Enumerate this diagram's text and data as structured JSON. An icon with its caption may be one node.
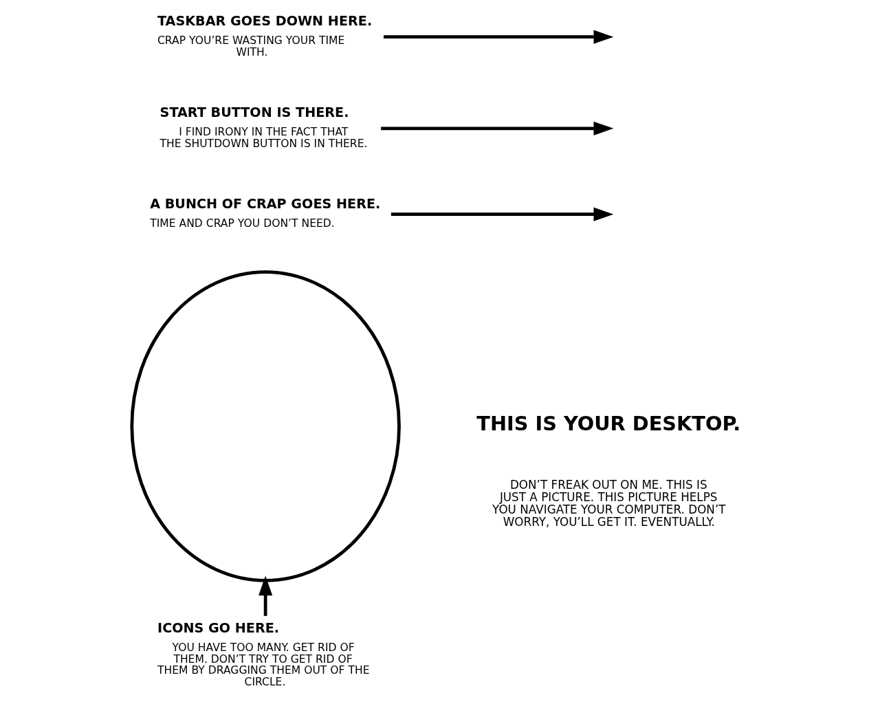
{
  "diagram": {
    "nodes": [
      {
        "text": [],
        "shape": "circle"
      },
      {
        "text": [
          "ICONS GO HERE.",
          "YOU HAVE TOO MANY. GET RID OF THEM. DON’T TRY TO GET RID OF THEM BY DRAGGING THEM OUT OF THE CIRCLE."
        ]
      },
      {
        "text": [
          "A BUNCH OF CRAP GOES HERE.",
          "TIME AND CRAP YOU DON’T NEED."
        ]
      },
      {
        "text": [
          "START BUTTON IS THERE.",
          "I FIND IRONY IN THE FACT THAT THE SHUTDOWN BUTTON IS IN THERE."
        ]
      },
      {
        "text": [
          "TASKBAR GOES DOWN HERE.",
          "CRAP YOU’RE WASTING YOUR TIME WITH."
        ]
      }
    ],
    "edges": [
      {
        "from": 1,
        "to": 0,
        "arrow": "to"
      },
      {
        "from": 2,
        "to": null,
        "arrow": "to"
      },
      {
        "from": 3,
        "to": null,
        "arrow": "to"
      },
      {
        "from": 4,
        "to": null,
        "arrow": "to"
      }
    ],
    "labels": [
      "THIS IS YOUR DESKTOP.",
      "DON’T FREAK OUT ON ME. THIS IS JUST A PICTURE. THIS PICTURE HELPS YOU NAVIGATE YOUR COMPUTER. DON’T WORRY, YOU’LL GET IT. EVENTUALLY."
    ]
  }
}
